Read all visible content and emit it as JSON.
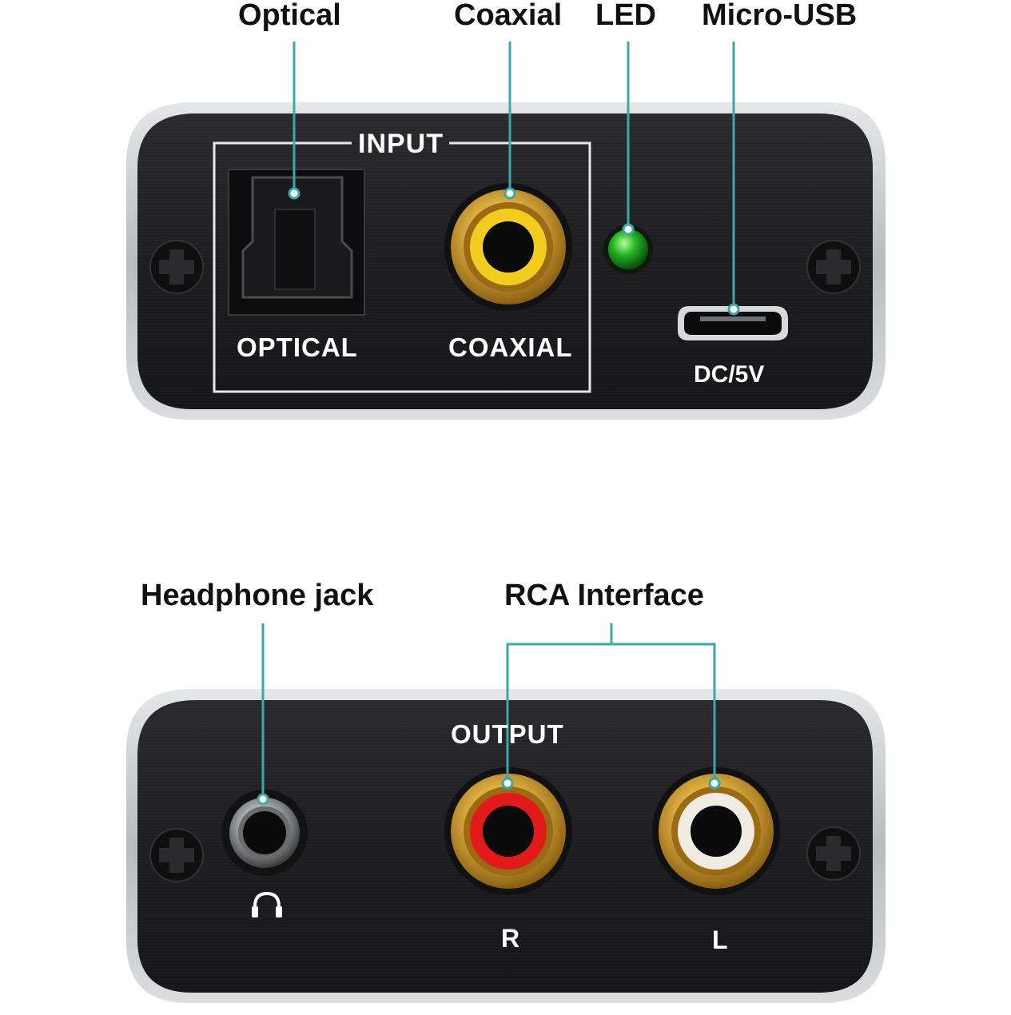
{
  "callouts": {
    "optical": "Optical",
    "coaxial": "Coaxial",
    "led": "LED",
    "micro_usb": "Micro-USB",
    "headphone_jack": "Headphone jack",
    "rca_interface": "RCA Interface"
  },
  "front_panel": {
    "input_label": "INPUT",
    "optical_label": "OPTICAL",
    "coaxial_label": "COAXIAL",
    "power_label": "DC/5V"
  },
  "back_panel": {
    "output_label": "OUTPUT",
    "right_label": "R",
    "left_label": "L"
  },
  "colors": {
    "leader_line": "#3aa8ac",
    "body": "#1c1c1e",
    "bezel": "#c9cbcd",
    "gold": "#c99a2e",
    "coax_insulator": "#f2cc1e",
    "r_insulator": "#e21a1a",
    "l_insulator": "#f0ece2",
    "led": "#22b022"
  },
  "icons": [
    "headphone-icon",
    "screw-icon"
  ]
}
